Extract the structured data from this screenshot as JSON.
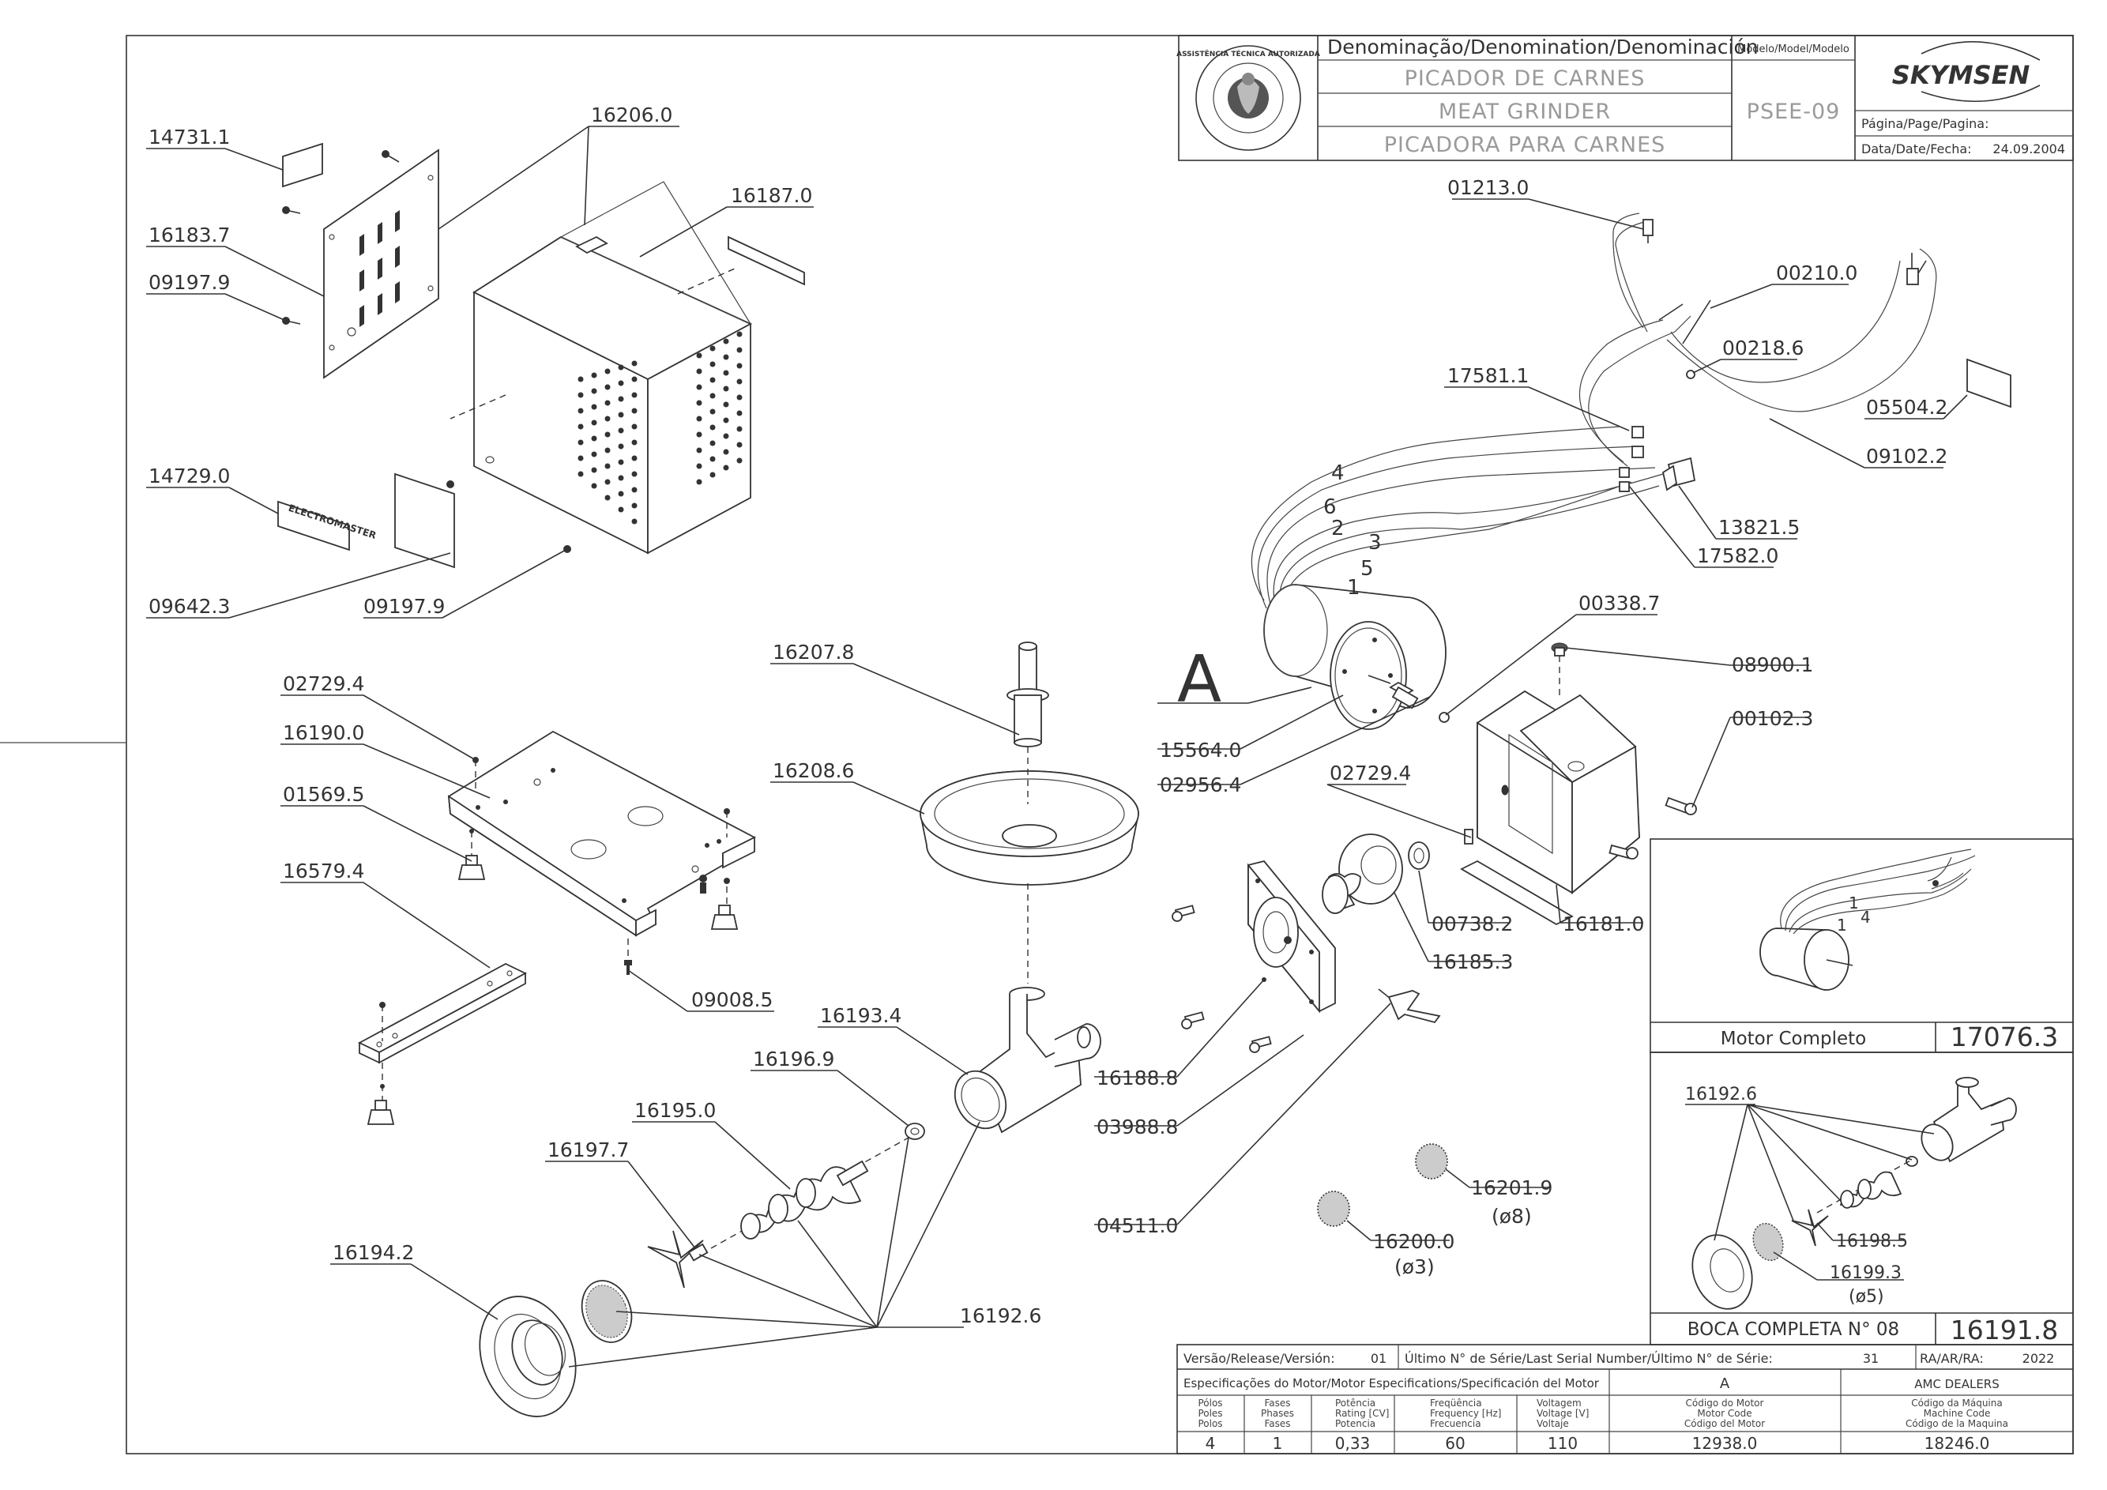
{
  "title_block": {
    "denomination_header": "Denominação/Denomination/Denominación",
    "name_pt": "PICADOR DE CARNES",
    "name_en": "MEAT GRINDER",
    "name_es": "PICADORA PARA CARNES",
    "model_header": "Modelo/Model/Modelo",
    "model": "PSEE-09",
    "brand": "SKYMSEN",
    "page_label": "Página/Page/Pagina:",
    "date_label": "Data/Date/Fecha:",
    "date": "24.09.2004",
    "seal_text": "ASSISTÊNCIA TÉCNICA AUTORIZADA"
  },
  "part_labels": {
    "p14731": "14731.1",
    "p16183": "16183.7",
    "p09197a": "09197.9",
    "p16206": "16206.0",
    "p16187": "16187.0",
    "p14729": "14729.0",
    "p09642": "09642.3",
    "p09197b": "09197.9",
    "p02729a": "02729.4",
    "p16190": "16190.0",
    "p01569": "01569.5",
    "p16579": "16579.4",
    "p09008": "09008.5",
    "p16207": "16207.8",
    "p16208": "16208.6",
    "p16193": "16193.4",
    "p16196": "16196.9",
    "p16195": "16195.0",
    "p16197": "16197.7",
    "p16194": "16194.2",
    "p16192": "16192.6",
    "p01213": "01213.0",
    "p00210": "00210.0",
    "p00218": "00218.6",
    "p17581": "17581.1",
    "p05504": "05504.2",
    "p09102": "09102.2",
    "p13821": "13821.5",
    "p17582": "17582.0",
    "p00338": "00338.7",
    "p08900": "08900.1",
    "p00102": "00102.3",
    "p15564": "15564.0",
    "p02956": "02956.4",
    "p02729b": "02729.4",
    "p00738": "00738.2",
    "p16181": "16181.0",
    "p16185": "16185.3",
    "p16188": "16188.8",
    "p03988": "03988.8",
    "p04511": "04511.0",
    "p16201": "16201.9",
    "p16201_dia": "(ø8)",
    "p16200": "16200.0",
    "p16200_dia": "(ø3)",
    "motor_ref": "A",
    "plate_text": "ELECTROMASTER",
    "wires": [
      "4",
      "6",
      "2",
      "3",
      "5",
      "1"
    ],
    "inset_wires": [
      "1",
      "4",
      "1"
    ]
  },
  "inset_motor": {
    "title": "Motor Completo",
    "code": "17076.3"
  },
  "inset_head": {
    "title": "BOCA COMPLETA N° 08",
    "code": "16191.8",
    "p16192": "16192.6",
    "p16198": "16198.5",
    "p16199": "16199.3",
    "p16199_dia": "(ø5)"
  },
  "footer": {
    "version_label": "Versão/Release/Versión:",
    "version": "01",
    "serial_label": "Último N° de Série/Last Serial Number/Último N° de Série:",
    "serial": "31",
    "ra_label": "RA/AR/RA:",
    "ra": "2022",
    "motor_spec_label": "Especificações do Motor/Motor Especifications/Specificación del Motor",
    "motor_ref": "A",
    "dealer": "AMC DEALERS",
    "headers": [
      [
        "Pólos",
        "Poles",
        "Polos"
      ],
      [
        "Fases",
        "Phases",
        "Fases"
      ],
      [
        "Potência",
        "Rating [CV]",
        "Potencia"
      ],
      [
        "Freqüência",
        "Frequency [Hz]",
        "Frecuencia"
      ],
      [
        "Voltagem",
        "Voltage [V]",
        "Voltaje"
      ],
      [
        "Código do Motor",
        "Motor Code",
        "Código del Motor"
      ],
      [
        "Código da Máquina",
        "Machine Code",
        "Código de la Maquina"
      ]
    ],
    "values": [
      "4",
      "1",
      "0,33",
      "60",
      "110",
      "12938.0",
      "18246.0"
    ]
  }
}
